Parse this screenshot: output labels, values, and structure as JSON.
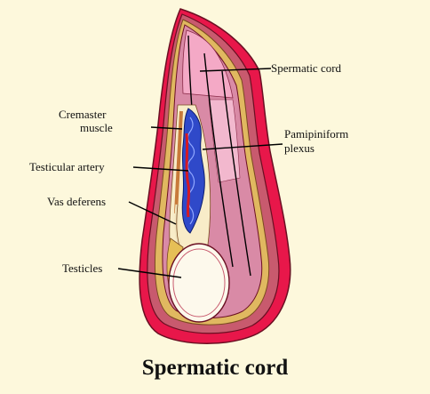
{
  "caption": "Spermatic cord",
  "labels": {
    "spermatic_cord": "Spermatic cord",
    "cremaster_line1": "Cremaster",
    "cremaster_line2": "muscle",
    "pampiniform_line1": "Pamipiniform",
    "pampiniform_line2": "plexus",
    "testicular_artery": "Testicular artery",
    "vas_deferens": "Vas deferens",
    "testicles": "Testicles"
  },
  "colors": {
    "background": "#fdf8dc",
    "outer_layer": "#e8174a",
    "fascia_layer": "#c85a6e",
    "fat_layer": "#e0b860",
    "cord_sheath": "#d98aa6",
    "cord_pink": "#f4a9c6",
    "inner_cream": "#f8ecc8",
    "plexus_blue": "#2f49c9",
    "artery_red": "#d41a24",
    "testis": "#fdf9ec"
  }
}
